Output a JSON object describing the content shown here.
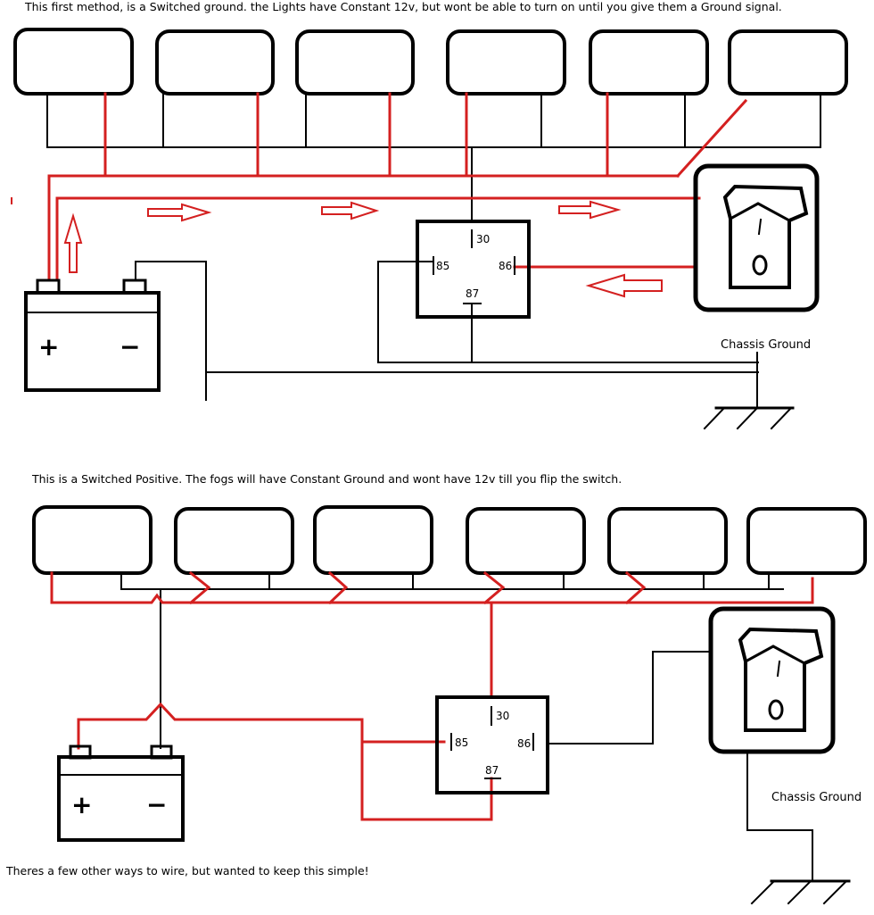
{
  "captions": {
    "top": "This first method, is a Switched ground. the Lights have Constant 12v, but wont be able to turn on until you give them a Ground signal.",
    "middle": "This is a Switched Positive. The fogs will have Constant Ground  and wont have 12v till you flip the switch.",
    "bottom": "Theres a few other ways to wire, but wanted to keep this simple!"
  },
  "diagram1": {
    "relay_pins": {
      "p30": "30",
      "p85": "85",
      "p86": "86",
      "p87": "87"
    },
    "ground_label": "Chassis Ground",
    "battery": {
      "plus": "+",
      "minus": "−"
    }
  },
  "diagram2": {
    "relay_pins": {
      "p30": "30",
      "p85": "85",
      "p86": "86",
      "p87": "87"
    },
    "ground_label": "Chassis Ground",
    "battery": {
      "plus": "+",
      "minus": "−"
    }
  },
  "colors": {
    "wire_positive": "#d42020",
    "wire_ground": "#000000",
    "outline": "#000000"
  }
}
